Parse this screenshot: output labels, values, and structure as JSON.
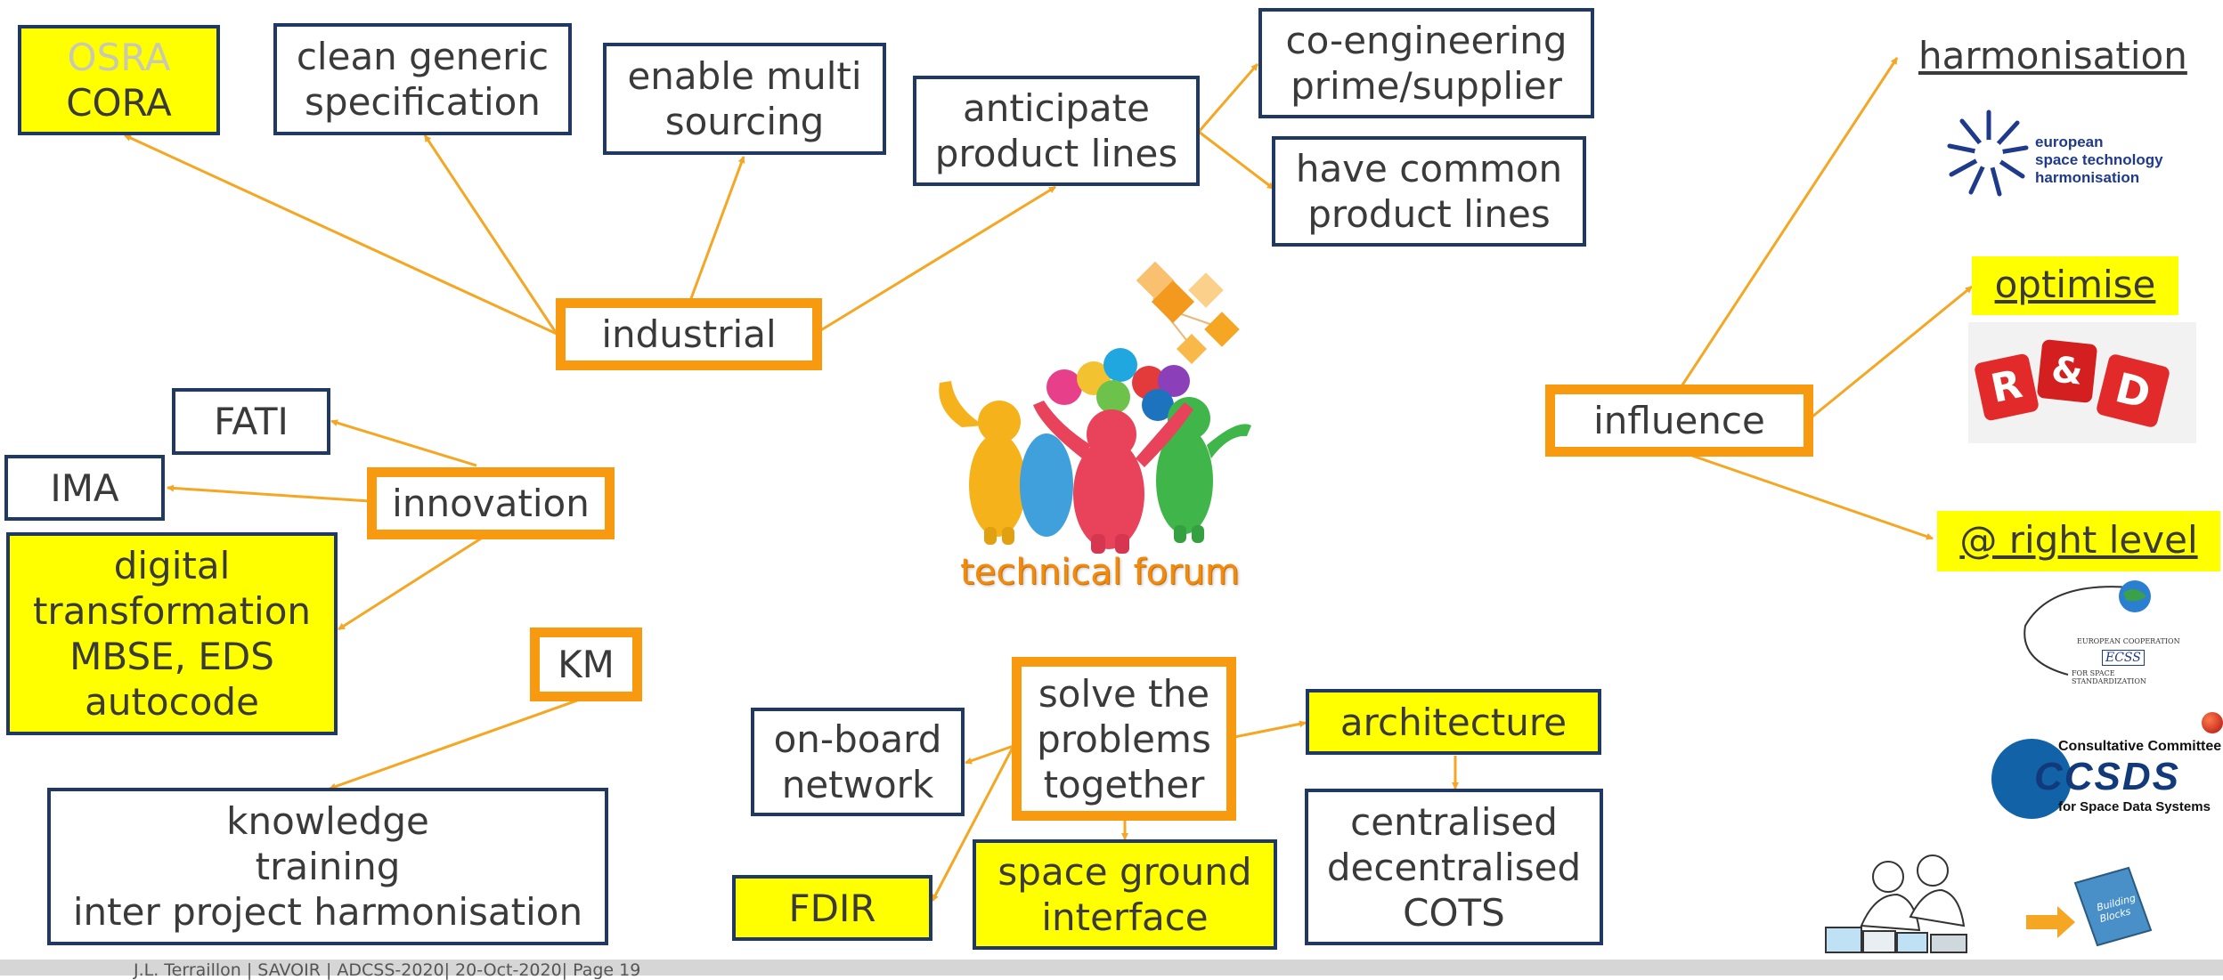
{
  "central_title": "technical forum",
  "nodes": {
    "osra_cora": {
      "lines": [
        "OSRA",
        "CORA"
      ]
    },
    "clean_spec": {
      "lines": [
        "clean generic",
        "specification"
      ]
    },
    "multi_sourcing": {
      "lines": [
        "enable multi",
        "sourcing"
      ]
    },
    "product_lines": {
      "lines": [
        "anticipate",
        "product lines"
      ]
    },
    "co_engineering": {
      "lines": [
        "co-engineering",
        "prime/supplier"
      ]
    },
    "common_lines": {
      "lines": [
        "have common",
        "product lines"
      ]
    },
    "industrial": {
      "lines": [
        "industrial"
      ]
    },
    "fati": {
      "lines": [
        "FATI"
      ]
    },
    "ima": {
      "lines": [
        "IMA"
      ]
    },
    "innovation": {
      "lines": [
        "innovation"
      ]
    },
    "digital": {
      "lines": [
        "digital",
        "transformation",
        "MBSE, EDS",
        "autocode"
      ]
    },
    "km": {
      "lines": [
        "KM"
      ]
    },
    "knowledge": {
      "lines": [
        "knowledge",
        "training",
        "inter project harmonisation"
      ]
    },
    "onboard": {
      "lines": [
        "on-board",
        "network"
      ]
    },
    "solve": {
      "lines": [
        "solve the",
        "problems",
        "together"
      ]
    },
    "architecture": {
      "lines": [
        "architecture"
      ]
    },
    "fdir": {
      "lines": [
        "FDIR"
      ]
    },
    "space_ground": {
      "lines": [
        "space ground",
        "interface"
      ]
    },
    "centralised": {
      "lines": [
        "centralised",
        "decentralised",
        "COTS"
      ]
    },
    "influence": {
      "lines": [
        "influence"
      ]
    }
  },
  "influence_targets": {
    "harmonisation": "harmonisation",
    "optimise": "optimise",
    "right_level": "@ right level"
  },
  "logos": {
    "esth": [
      "european",
      "space technology",
      "harmonisation"
    ],
    "rd": [
      "R",
      "&",
      "D"
    ],
    "ecss": [
      "EUROPEAN COOPERATION",
      "ECSS",
      "FOR SPACE STANDARDIZATION"
    ],
    "ccsds": [
      "Consultative Committee",
      "CCSDS",
      "for Space Data Systems"
    ],
    "book": "Building Blocks"
  },
  "footer": "J.L. Terraillon | SAVOIR | ADCSS-2020| 20-Oct-2020| Page 19",
  "colors": {
    "accent": "#f79a0f",
    "border_blue": "#1f3864",
    "highlight": "#ffff00"
  }
}
